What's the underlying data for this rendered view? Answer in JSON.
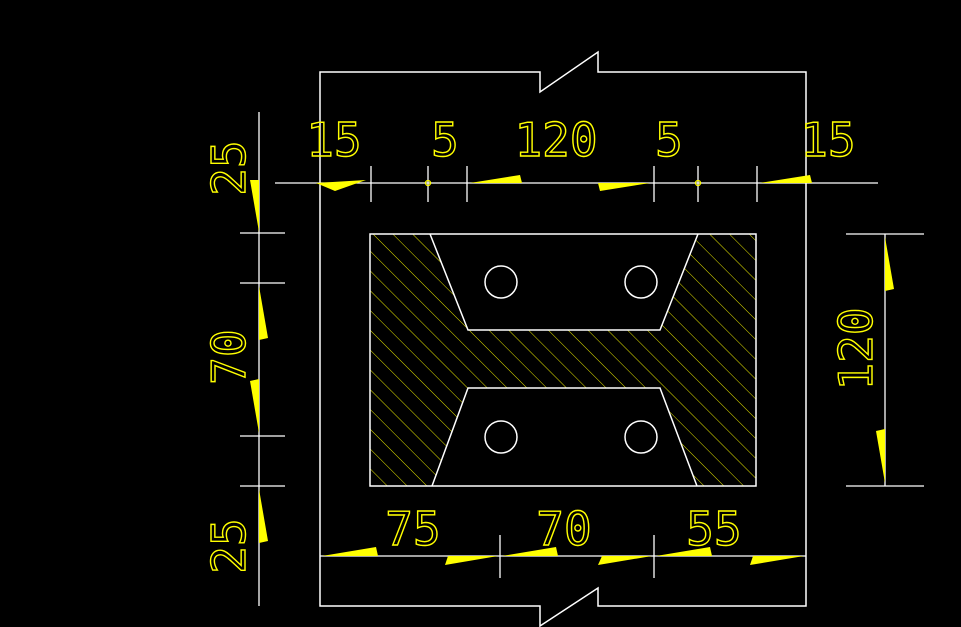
{
  "colors": {
    "background": "#000000",
    "outline": "#ffffff",
    "dimension": "#ffff00",
    "hatch": "#ffff00"
  },
  "top_dimensions": [
    "15",
    "5",
    "120",
    "5",
    "15"
  ],
  "bottom_dimensions": [
    "75",
    "70",
    "55"
  ],
  "left_dimensions": [
    "25",
    "70",
    "25"
  ],
  "right_dimension": "120",
  "icons": {
    "break_line": "break-symbol-icon",
    "holes": "circle-hole-icon"
  }
}
